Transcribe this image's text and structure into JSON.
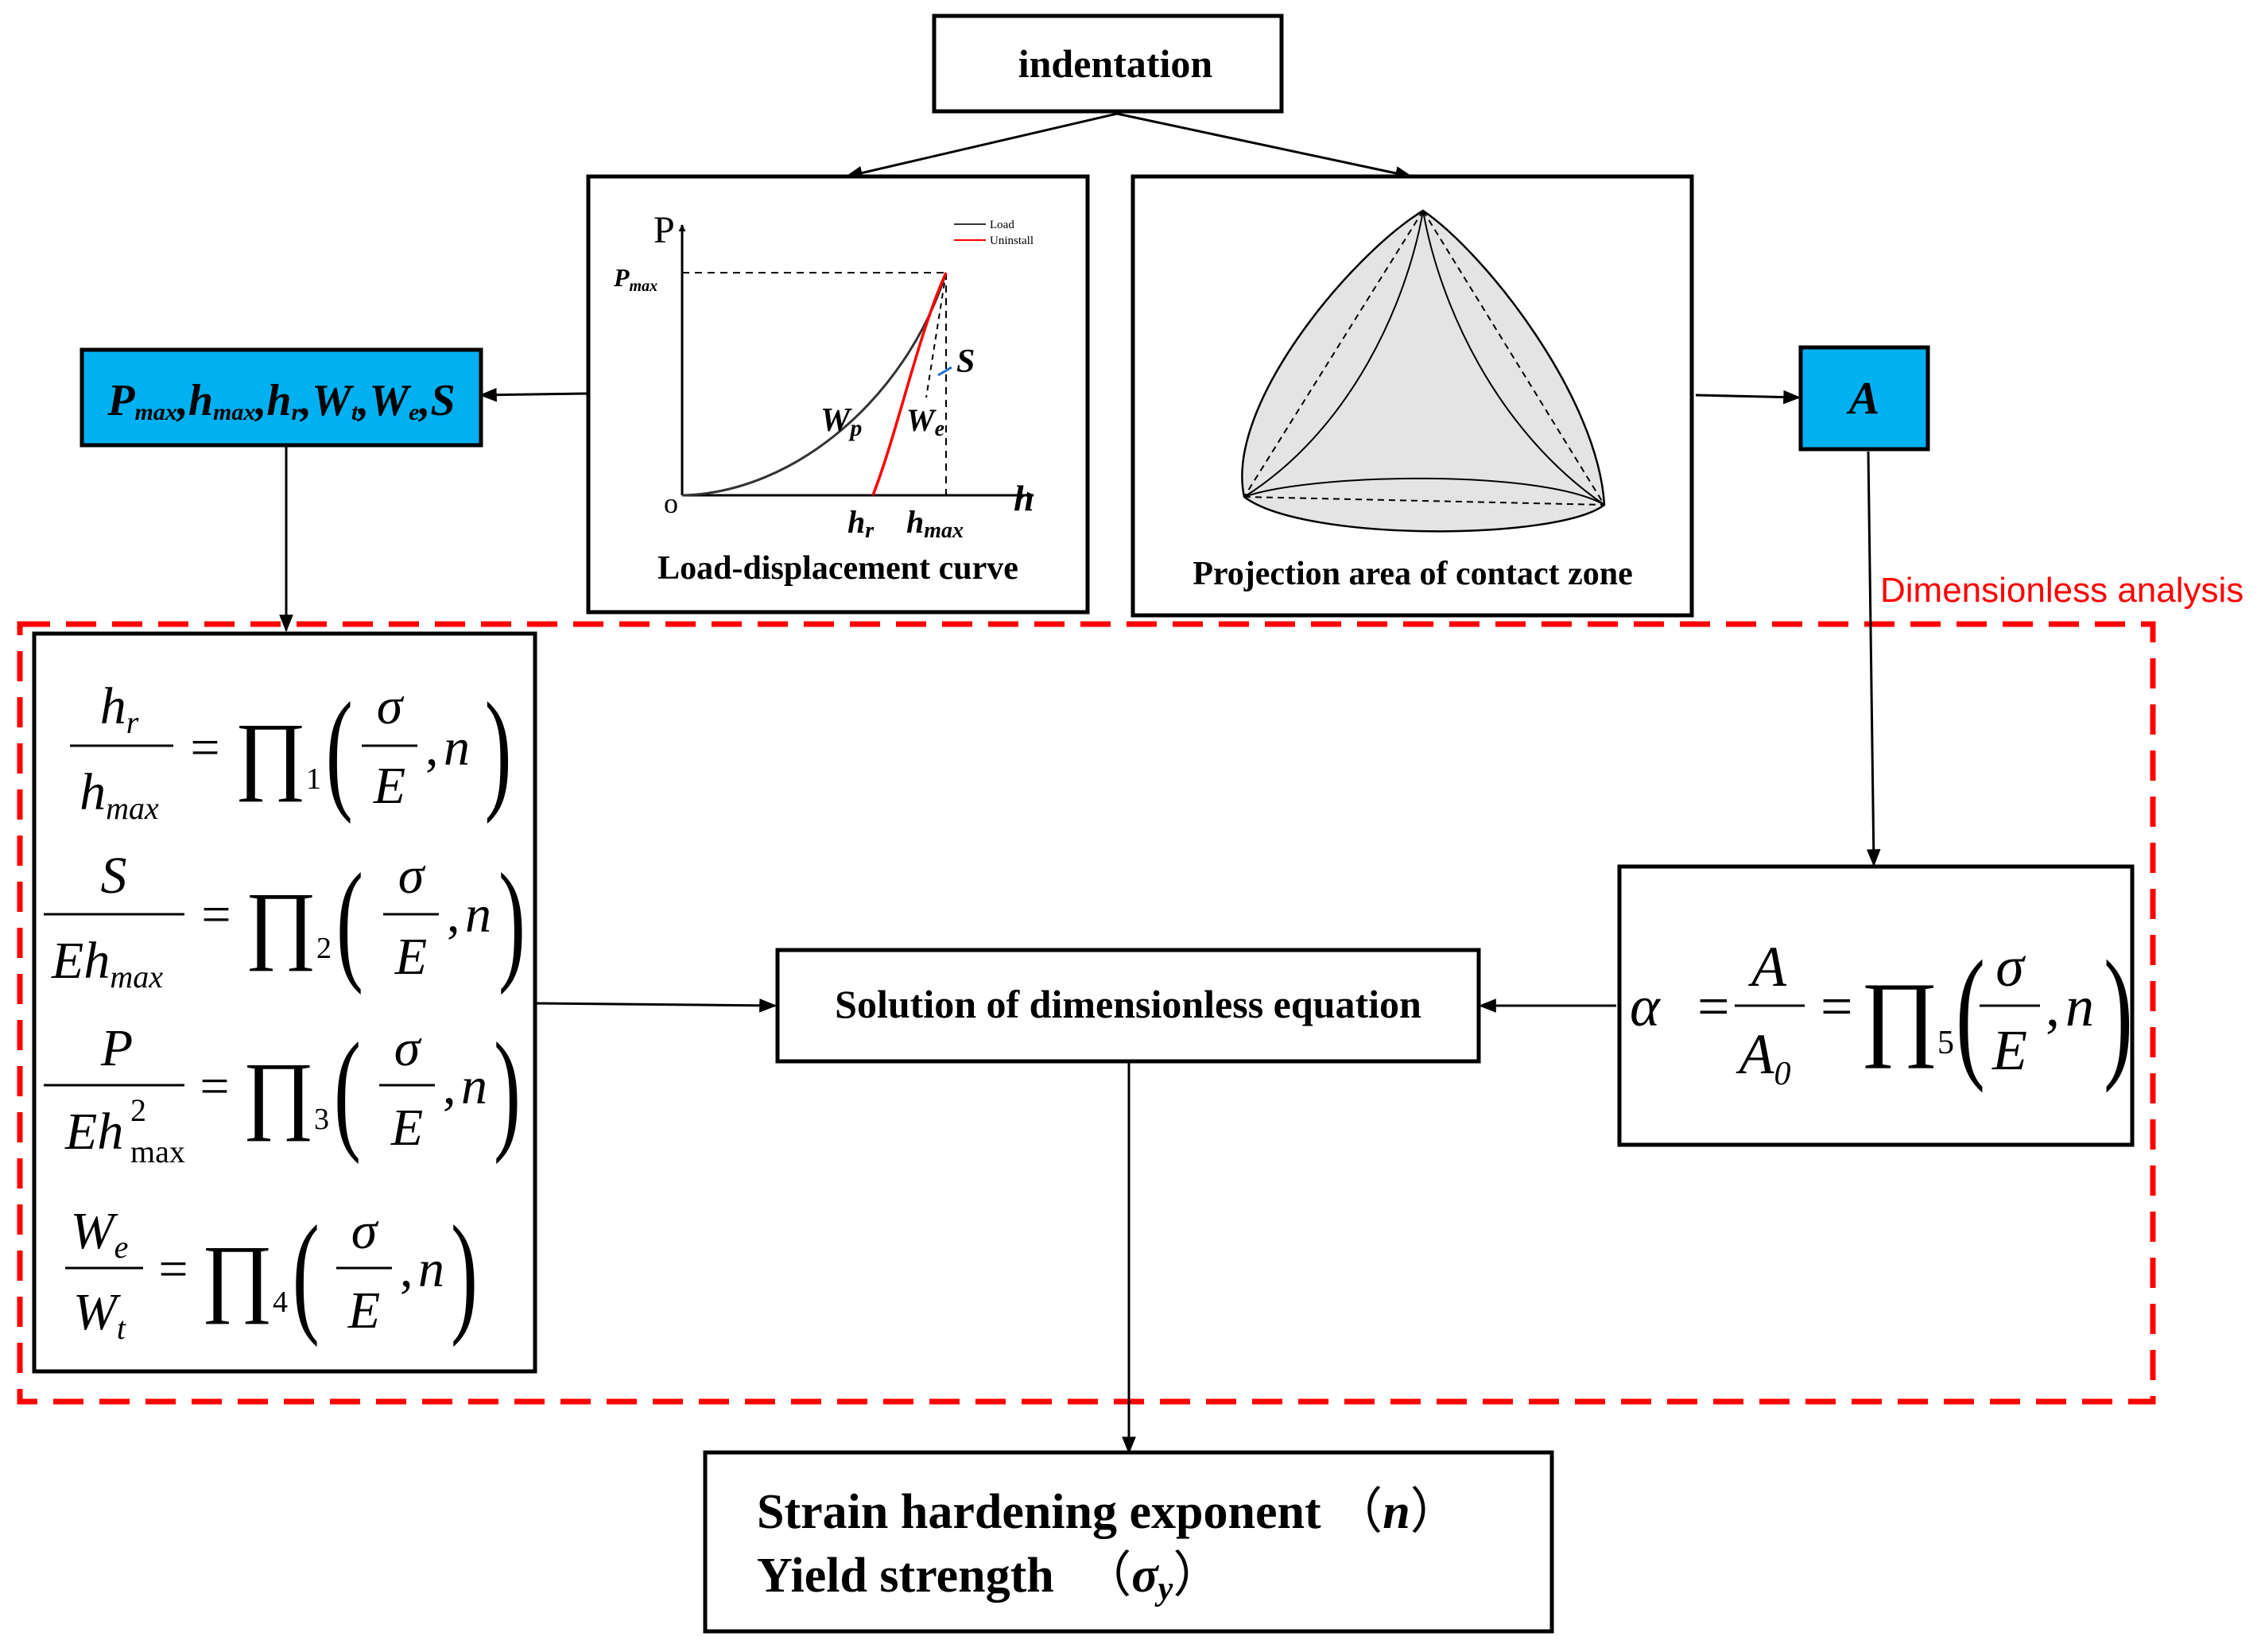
{
  "nodes": {
    "indentation": "indentation",
    "curve_caption": "Load-displacement curve",
    "projection_caption": "Projection area of contact zone",
    "solution": "Solution of dimensionless equation",
    "area_param": "A",
    "dimensionless_label": "Dimensionless analysis"
  },
  "params": [
    {
      "base": "P",
      "sub": "max",
      "sep": ","
    },
    {
      "base": "h",
      "sub": "max",
      "sep": ","
    },
    {
      "base": "h",
      "sub": "r",
      "sep": ","
    },
    {
      "base": "W",
      "sub": "t",
      "sep": ","
    },
    {
      "base": "W",
      "sub": "e",
      "sep": ","
    },
    {
      "base": "S",
      "sub": "",
      "sep": ""
    }
  ],
  "result": {
    "line1_text": "Strain hardening exponent ",
    "line1_symbol": "n",
    "line2_text": "Yield strength ",
    "line2_symbol": "σ",
    "line2_symbol_sub": "y",
    "paren_open": "（",
    "paren_close": "）"
  },
  "curve": {
    "y_axis": "P",
    "x_axis": "h",
    "origin": "o",
    "pmax_base": "P",
    "pmax_sub": "max",
    "hr_base": "h",
    "hr_sub": "r",
    "hmax_base": "h",
    "hmax_sub": "max",
    "wp_base": "W",
    "wp_sub": "p",
    "we_base": "W",
    "we_sub": "e",
    "s_label": "S",
    "legend": [
      "Load",
      "Uninstall"
    ],
    "colors": {
      "load": "#333333",
      "unload": "#ff0000"
    }
  },
  "equations": {
    "pi": "∏",
    "sigma": "σ",
    "E": "E",
    "n": "n",
    "comma": ",",
    "equals": "=",
    "eq1": {
      "num_base": "h",
      "num_sub": "r",
      "den_base": "h",
      "den_sub": "max",
      "idx": "1"
    },
    "eq2": {
      "num_base": "S",
      "num_sub": "",
      "den_base": "Eh",
      "den_sub": "max",
      "idx": "2"
    },
    "eq3": {
      "num_base": "P",
      "num_sub": "",
      "den_base": "Eh",
      "den_sup": "2",
      "den_sub": "max",
      "idx": "3"
    },
    "eq4": {
      "num_base": "W",
      "num_sub": "e",
      "den_base": "W",
      "den_sub": "t",
      "idx": "4"
    },
    "eq5": {
      "lhs": "α",
      "num": "A",
      "den_base": "A",
      "den_sub": "0",
      "idx": "5"
    }
  },
  "colors": {
    "accent_blue": "#00B0F0",
    "dashed_red": "#ff0000"
  }
}
